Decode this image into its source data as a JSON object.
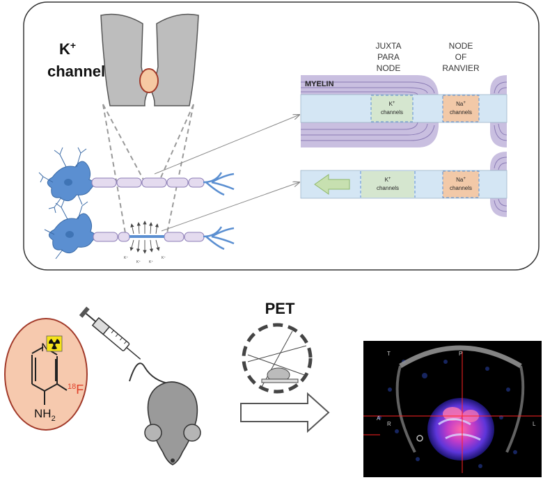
{
  "top_panel": {
    "channel_label": {
      "main": "K",
      "superscript": "+",
      "line2": "channel"
    },
    "region_headers": {
      "juxtapara": [
        "JUXTA",
        "PARA",
        "NODE"
      ],
      "node_of_ranvier": [
        "NODE",
        "OF",
        "RANVIER"
      ]
    },
    "myelin_label": "MYELIN",
    "k_channels": {
      "ion": "K",
      "charge": "+",
      "word": "channels"
    },
    "na_channels": {
      "ion": "Na",
      "charge": "+",
      "word": "channels"
    },
    "leak_symbol": "K⁺"
  },
  "bottom_panel": {
    "molecule": {
      "ring_atom": "N",
      "fluorine_isotope": "18",
      "fluorine": "F",
      "amine": "NH",
      "amine_subscript": "2"
    },
    "pet_label": "PET",
    "scan_labels": {
      "top_left": "T",
      "top_center": "P",
      "left_a": "A",
      "left_r": "R",
      "right": "L"
    }
  },
  "colors": {
    "neuron_blue": "#5b8fd1",
    "myelin_purple": "#c9bfe0",
    "axon_fill": "#d4e6f4",
    "k_channel_fill": "#d5e6cf",
    "na_channel_fill": "#f2c9a8",
    "molecule_oval": "#f6c9ae",
    "fluorine_red": "#e0402a",
    "pet_purple": "#6a3fd6",
    "crosshair_red": "#ff2222"
  }
}
